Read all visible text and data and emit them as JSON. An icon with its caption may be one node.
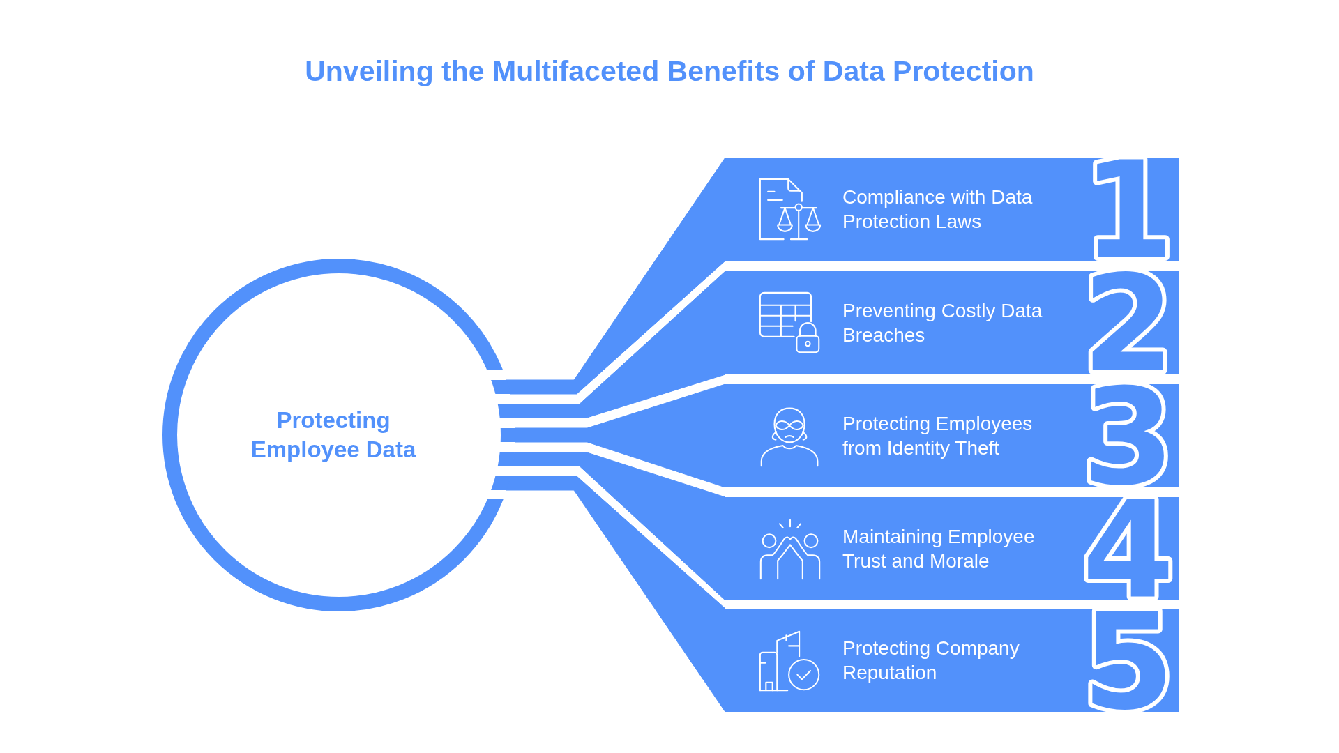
{
  "diagram": {
    "title": "Unveiling the Multifaceted Benefits of Data Protection",
    "nodes": [
      {
        "text": [
          "Protecting Employee Data"
        ]
      },
      {
        "text": [
          "Compliance with Data Protection Laws",
          "1"
        ]
      },
      {
        "text": [
          "Preventing Costly Data Breaches",
          "2"
        ]
      },
      {
        "text": [
          "Protecting Employees from Identity Theft",
          "3"
        ]
      },
      {
        "text": [
          "Maintaining Employee Trust and Morale",
          "4"
        ]
      },
      {
        "text": [
          "Protecting Company Reputation",
          "5"
        ]
      }
    ],
    "edges": [
      {
        "from": 0,
        "to": 1,
        "arrow": "none"
      },
      {
        "from": 0,
        "to": 2,
        "arrow": "none"
      },
      {
        "from": 0,
        "to": 3,
        "arrow": "none"
      },
      {
        "from": 0,
        "to": 4,
        "arrow": "none"
      },
      {
        "from": 0,
        "to": 5,
        "arrow": "none"
      }
    ]
  }
}
